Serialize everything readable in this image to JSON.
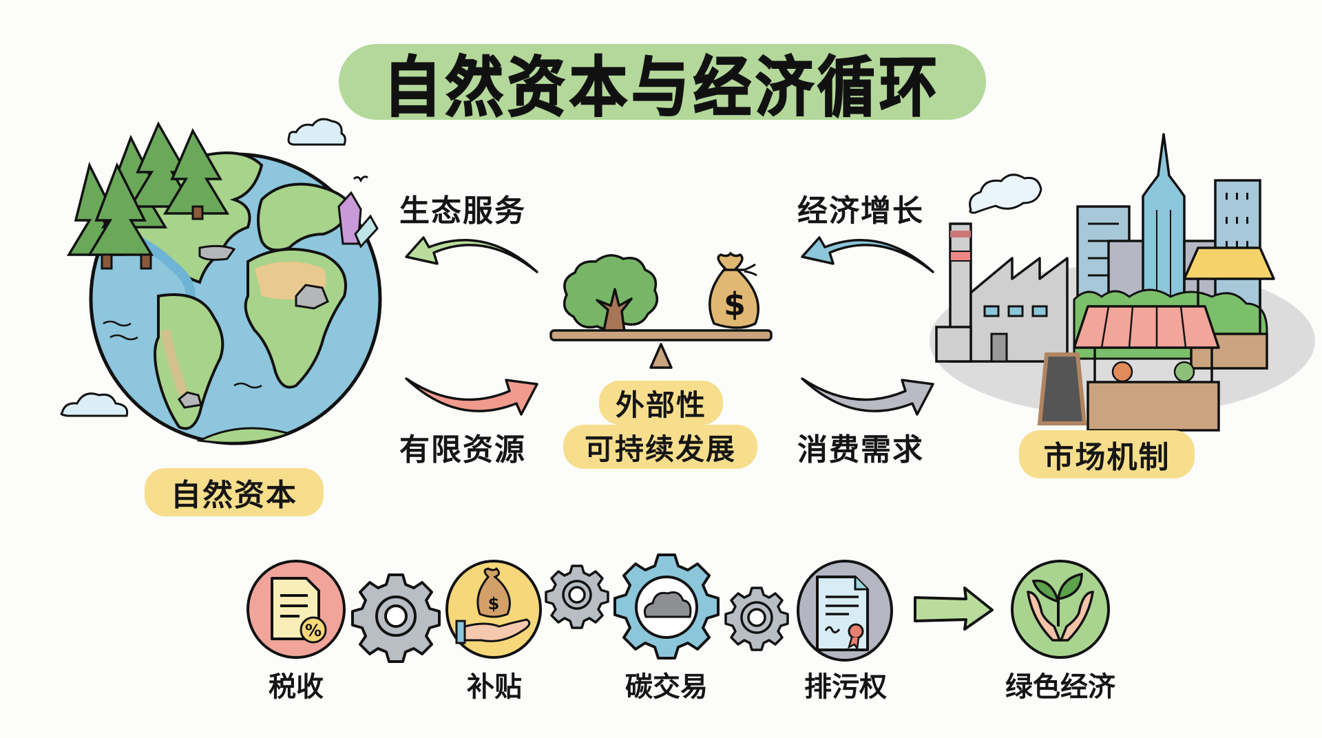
{
  "title": "自然资本与经济循环",
  "left": {
    "label": "自然资本",
    "illustration": "globe-with-forest-crystals-rocks-icon"
  },
  "center": {
    "illustration": "balance-scale-tree-vs-money-bag-icon",
    "pill_line1": "外部性",
    "pill_line2": "可持续发展",
    "arrow_top_left_label": "生态服务",
    "arrow_bottom_left_label": "有限资源",
    "arrow_top_right_label": "经济增长",
    "arrow_bottom_right_label": "消费需求"
  },
  "right": {
    "label": "市场机制",
    "illustration": "city-factory-market-stall-icon"
  },
  "tools": [
    {
      "label": "税收",
      "icon": "tax-document-percent-icon",
      "color": "#f1a49a"
    },
    {
      "label": "补贴",
      "icon": "hand-money-bag-icon",
      "color": "#f6d77a"
    },
    {
      "label": "碳交易",
      "icon": "cloud-gear-icon",
      "color": "#8fc3d9"
    },
    {
      "label": "排污权",
      "icon": "certificate-document-icon",
      "color": "#b4b6c2"
    },
    {
      "label": "绿色经济",
      "icon": "hands-sprout-icon",
      "color": "#a9d48f"
    }
  ],
  "colors": {
    "title_bg": "#b3d89a",
    "pill_bg": "#f7de8c",
    "arrow_green": "#b9dc9c",
    "arrow_red": "#f19b8f",
    "arrow_blue": "#8cc6da",
    "arrow_gray": "#b9bac4",
    "gear_gray": "#b8bec3"
  }
}
